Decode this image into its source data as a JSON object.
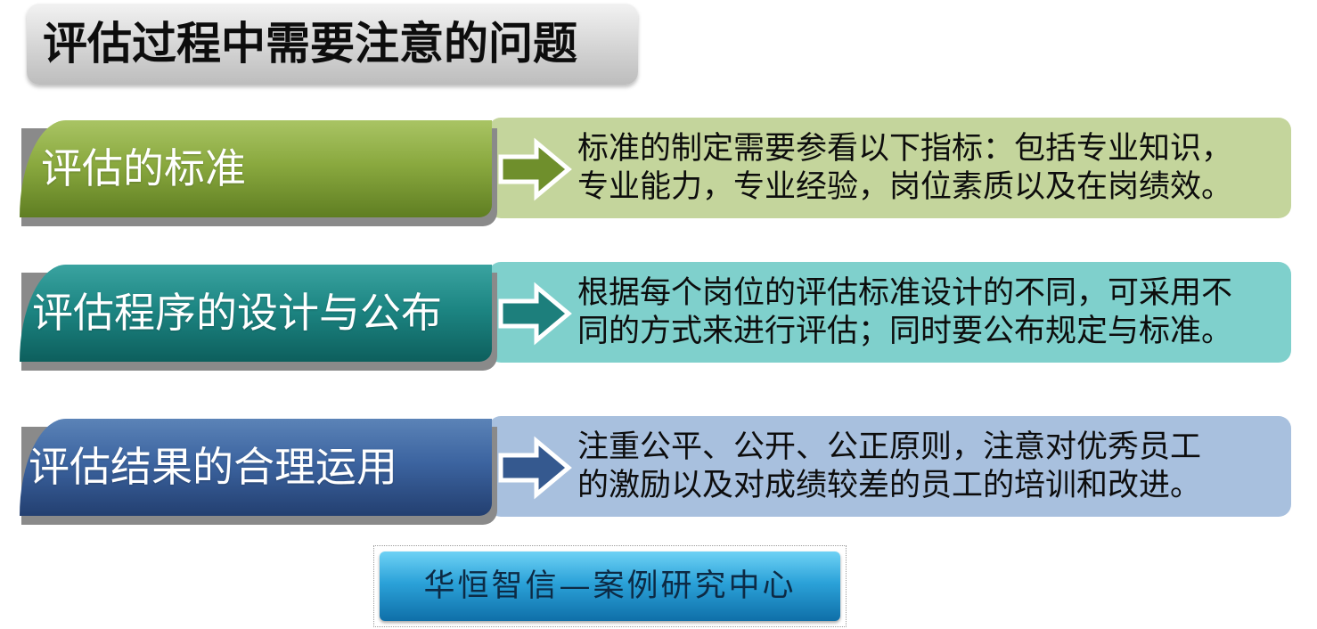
{
  "title": "评估过程中需要注意的问题",
  "rows": [
    {
      "label": "评估的标准",
      "description_line1": "标准的制定需要参看以下指标：包括专业知识，",
      "description_line2": "专业能力，专业经验，岗位素质以及在岗绩效。"
    },
    {
      "label": "评估程序的设计与公布",
      "description_line1": "根据每个岗位的评估标准设计的不同，可采用不",
      "description_line2": "同的方式来进行评估；同时要公布规定与标准。"
    },
    {
      "label": "评估结果的合理运用",
      "description_line1": "注重公平、公开、公正原则，注意对优秀员工",
      "description_line2": "的激励以及对成绩较差的员工的培训和改进。"
    }
  ],
  "footer_badge": "华恒智信—案例研究中心",
  "colors": {
    "green": "#8aa93f",
    "teal": "#1d8683",
    "blue": "#3c64a0"
  },
  "icons": [
    "right-arrow-icon"
  ]
}
